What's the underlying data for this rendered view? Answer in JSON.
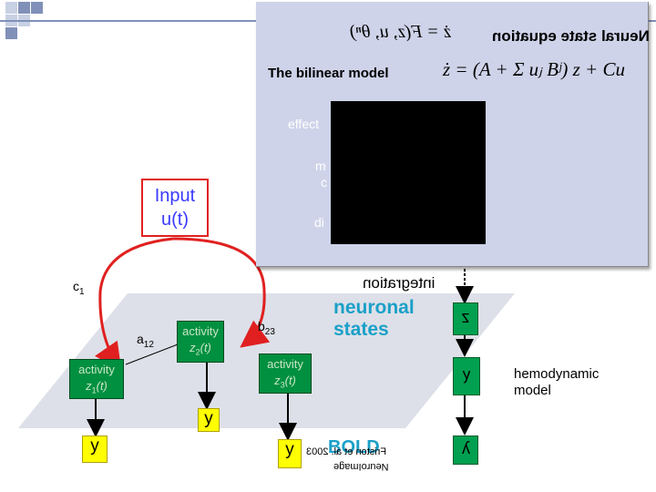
{
  "header": {
    "neural_equation_label": "Neural state equation",
    "neural_equation_formula": "ż = F(z, u, θⁿ)",
    "bilinear_label": "The bilinear model",
    "bilinear_formula": "ż = (A + Σ uⱼ Bʲ) z + Cu",
    "effect_label": "effect",
    "partial_m": "m",
    "partial_c": "c",
    "partial_di": "di"
  },
  "input": {
    "label_line1": "Input",
    "label_line2": "u(t)"
  },
  "labels": {
    "c1": "c",
    "c1_sub": "1",
    "a12": "a",
    "a12_sub": "12",
    "b23": "b",
    "b23_sub": "23",
    "integration": "integration",
    "neuronal_states": "neuronal\nstates",
    "hemodynamic_model": "hemodynamic\nmodel",
    "bold": "BOLD",
    "citation_line1": "Friston et al. 2003",
    "citation_line2": "NeuroImage"
  },
  "nodes": [
    {
      "line1": "activity",
      "line2": "z",
      "sub": "1",
      "tail": "(t)"
    },
    {
      "line1": "activity",
      "line2": "z",
      "sub": "2",
      "tail": "(t)"
    },
    {
      "line1": "activity",
      "line2": "z",
      "sub": "3",
      "tail": "(t)"
    }
  ],
  "outputs": {
    "y1": "y",
    "y2": "y",
    "y3": "y"
  },
  "right_column": {
    "z": "z",
    "lambda": "λ",
    "y": "y"
  },
  "colors": {
    "arrow_red": "#e02020",
    "node_green": "#009040",
    "yellow": "#ffff00",
    "panel": "#cfd3e9",
    "teal_text": "#1aa0c8"
  }
}
